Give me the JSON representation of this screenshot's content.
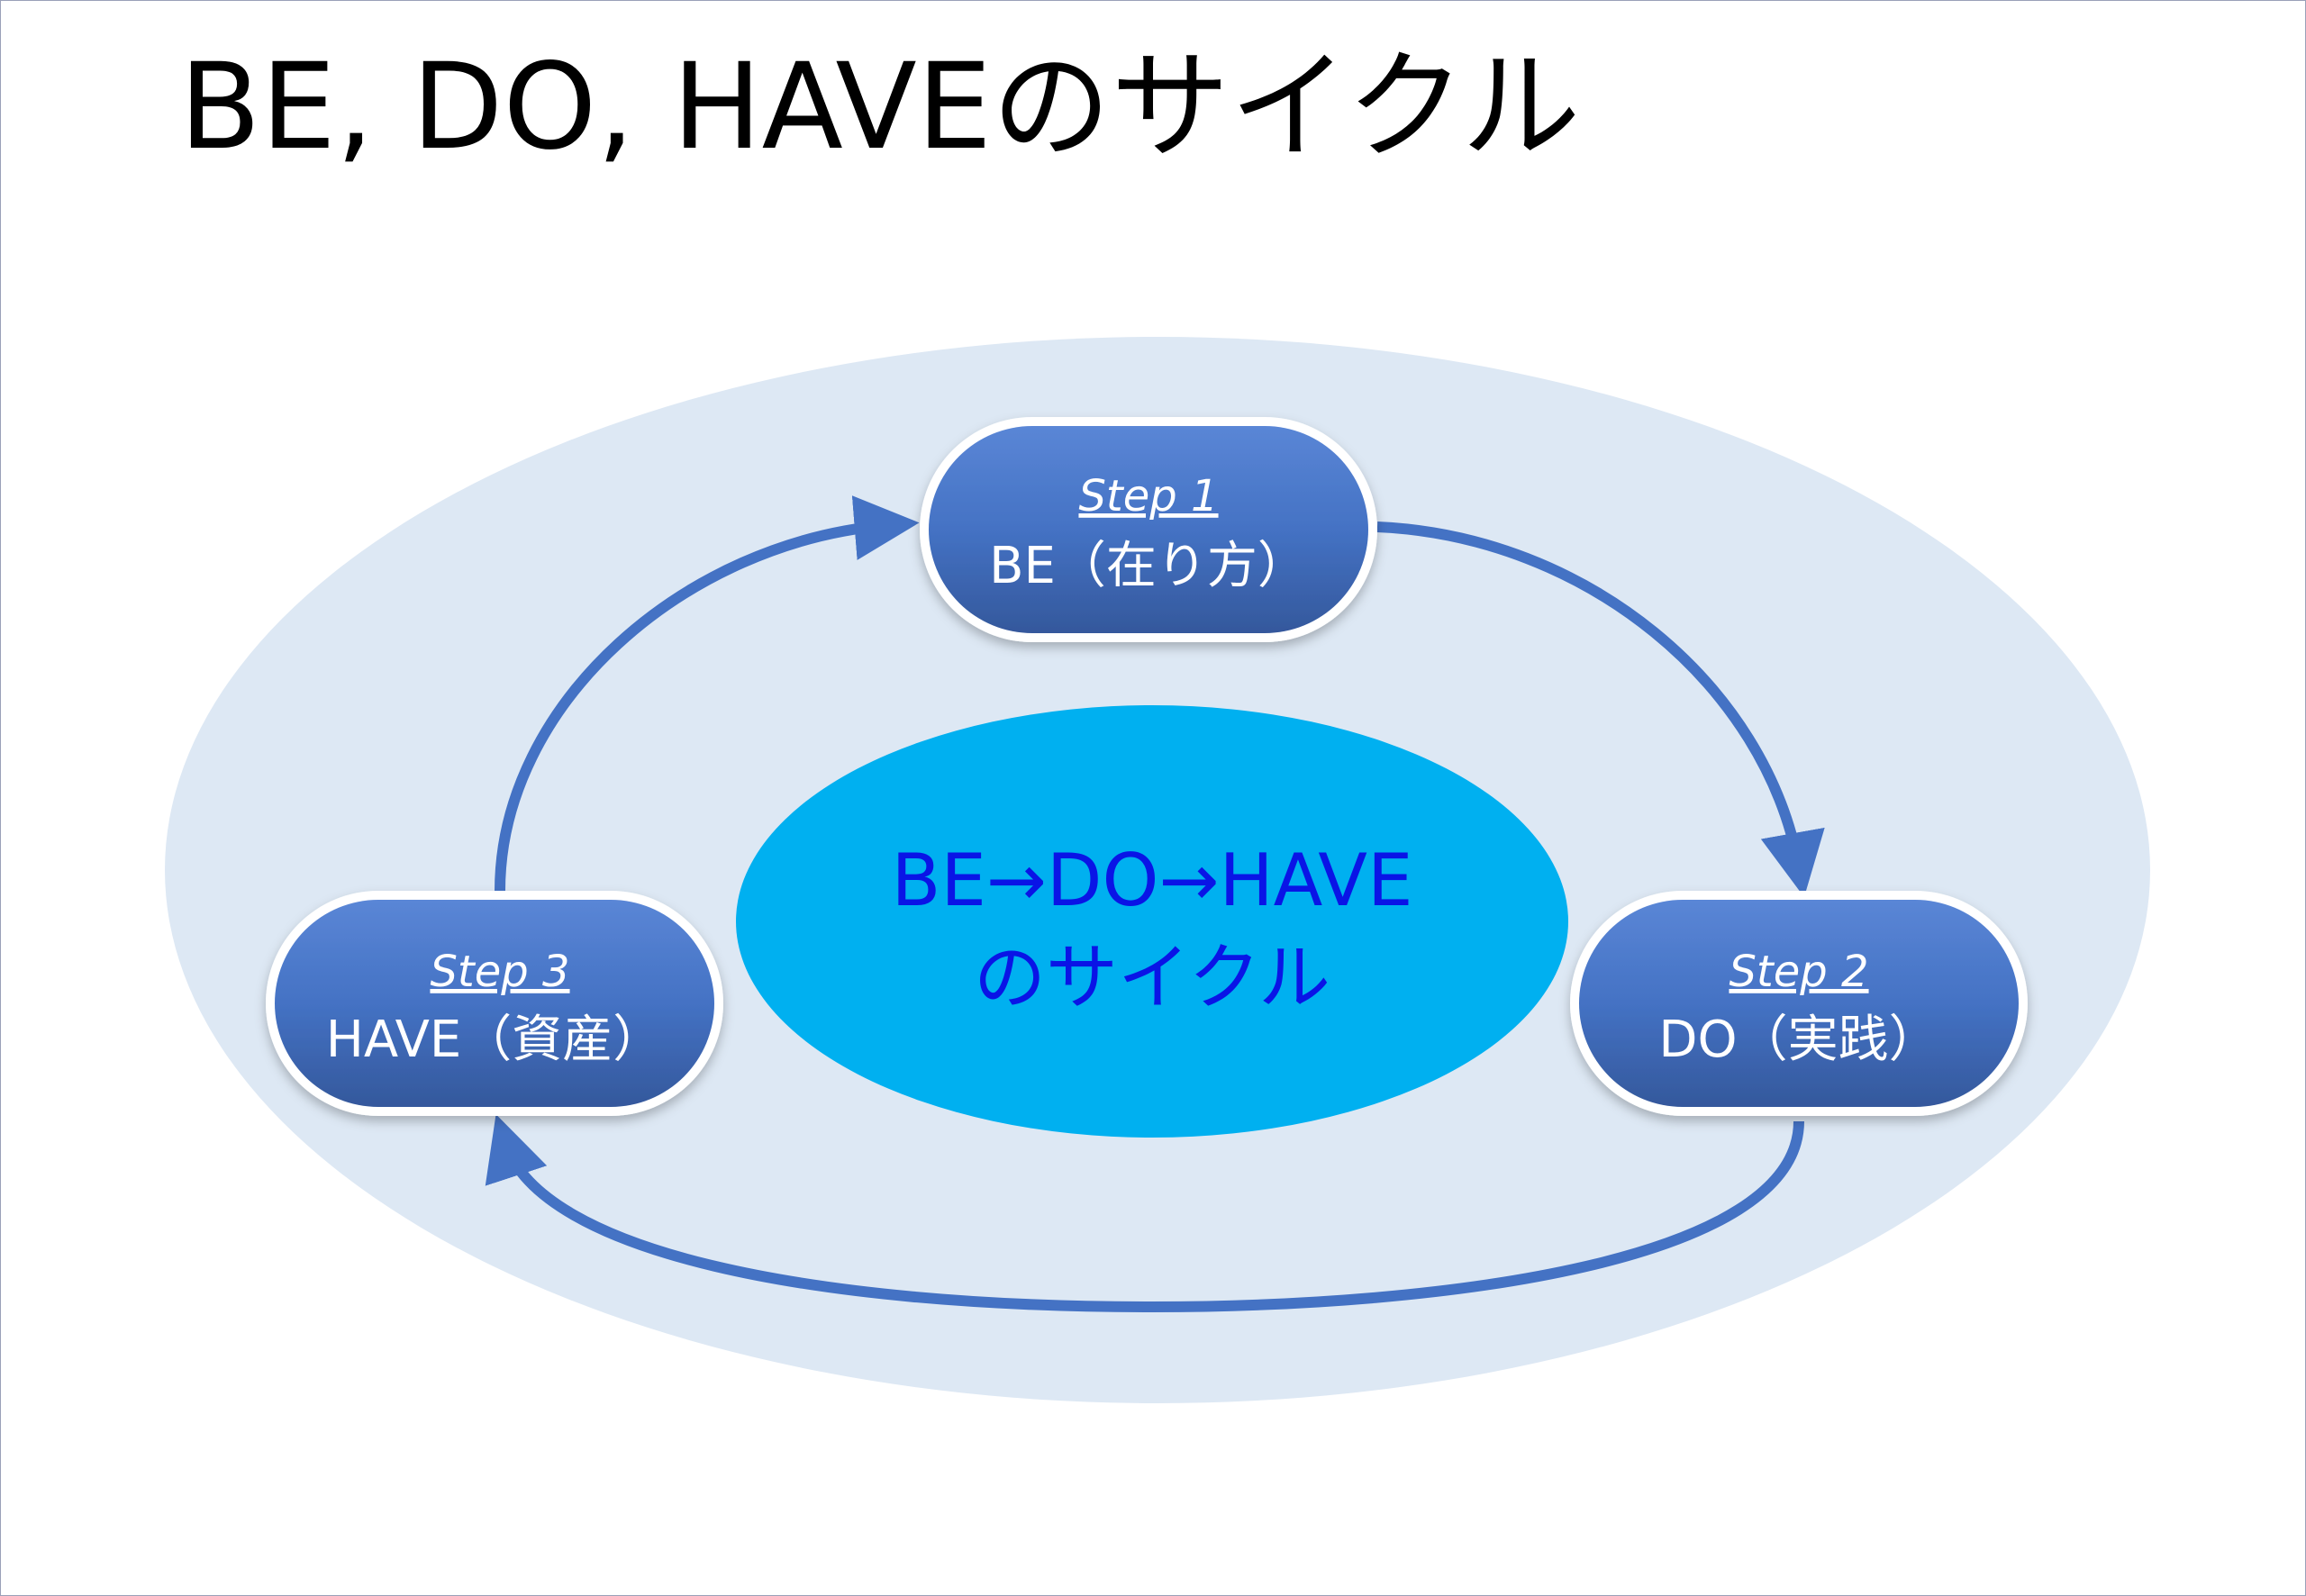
{
  "title": "BE, DO, HAVEのサイクル",
  "center": {
    "line1": "BE→DO→HAVE",
    "line2": "のサイクル"
  },
  "steps": [
    {
      "label": "Step 1",
      "text": "BE（在り方）"
    },
    {
      "label": "Step 2",
      "text": "DO（実践）"
    },
    {
      "label": "Step 3",
      "text": "HAVE（資産）"
    }
  ],
  "colors": {
    "outer_ellipse": "#dde8f4",
    "center_ellipse": "#00b0f0",
    "node_fill": "#4472c4",
    "arrow": "#4472c4",
    "center_text": "#0a14e6"
  }
}
